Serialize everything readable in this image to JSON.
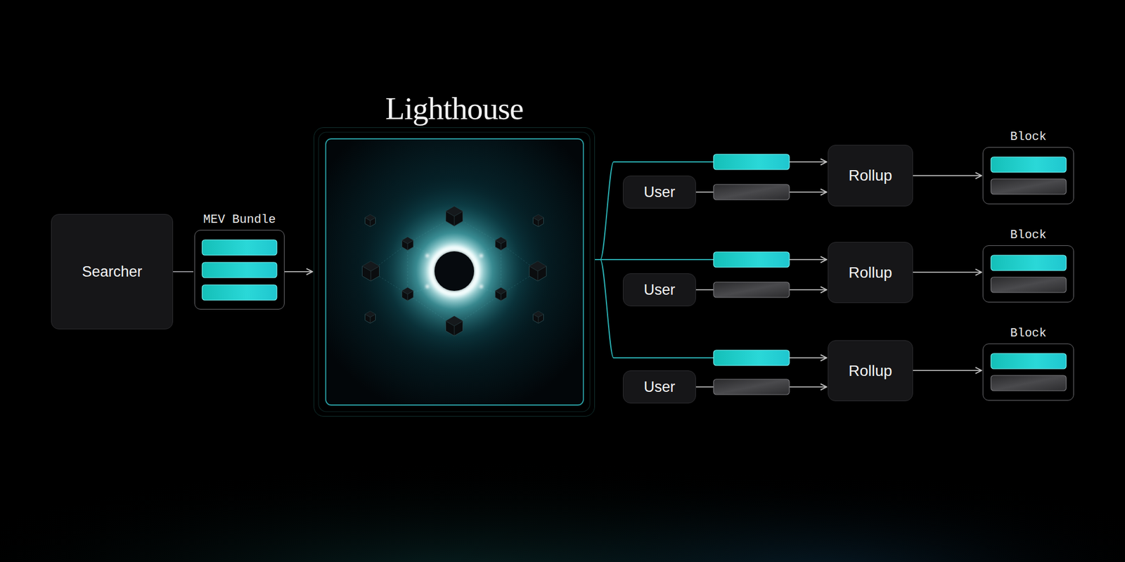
{
  "diagram": {
    "nodes": [
      {
        "text": [
          "Searcher"
        ]
      },
      {
        "text": [
          "MEV Bundle"
        ]
      },
      {
        "text": [
          "Lighthouse"
        ]
      },
      {
        "text": [
          "User"
        ]
      },
      {
        "text": [
          "Rollup"
        ]
      },
      {
        "text": [
          "Block"
        ]
      },
      {
        "text": [
          "User"
        ]
      },
      {
        "text": [
          "Rollup"
        ]
      },
      {
        "text": [
          "Block"
        ]
      },
      {
        "text": [
          "User"
        ]
      },
      {
        "text": [
          "Rollup"
        ]
      },
      {
        "text": [
          "Block"
        ]
      }
    ],
    "edges": [
      {
        "from": 0,
        "to": 1,
        "arrow": "none"
      },
      {
        "from": 1,
        "to": 2,
        "arrow": "to"
      },
      {
        "from": 2,
        "to": 4,
        "arrow": "to"
      },
      {
        "from": 3,
        "to": 4,
        "arrow": "to"
      },
      {
        "from": 4,
        "to": 5,
        "arrow": "to"
      },
      {
        "from": 2,
        "to": 7,
        "arrow": "to"
      },
      {
        "from": 6,
        "to": 7,
        "arrow": "to"
      },
      {
        "from": 7,
        "to": 8,
        "arrow": "to"
      },
      {
        "from": 2,
        "to": 10,
        "arrow": "to"
      },
      {
        "from": 9,
        "to": 10,
        "arrow": "to"
      },
      {
        "from": 10,
        "to": 11,
        "arrow": "to"
      }
    ]
  }
}
